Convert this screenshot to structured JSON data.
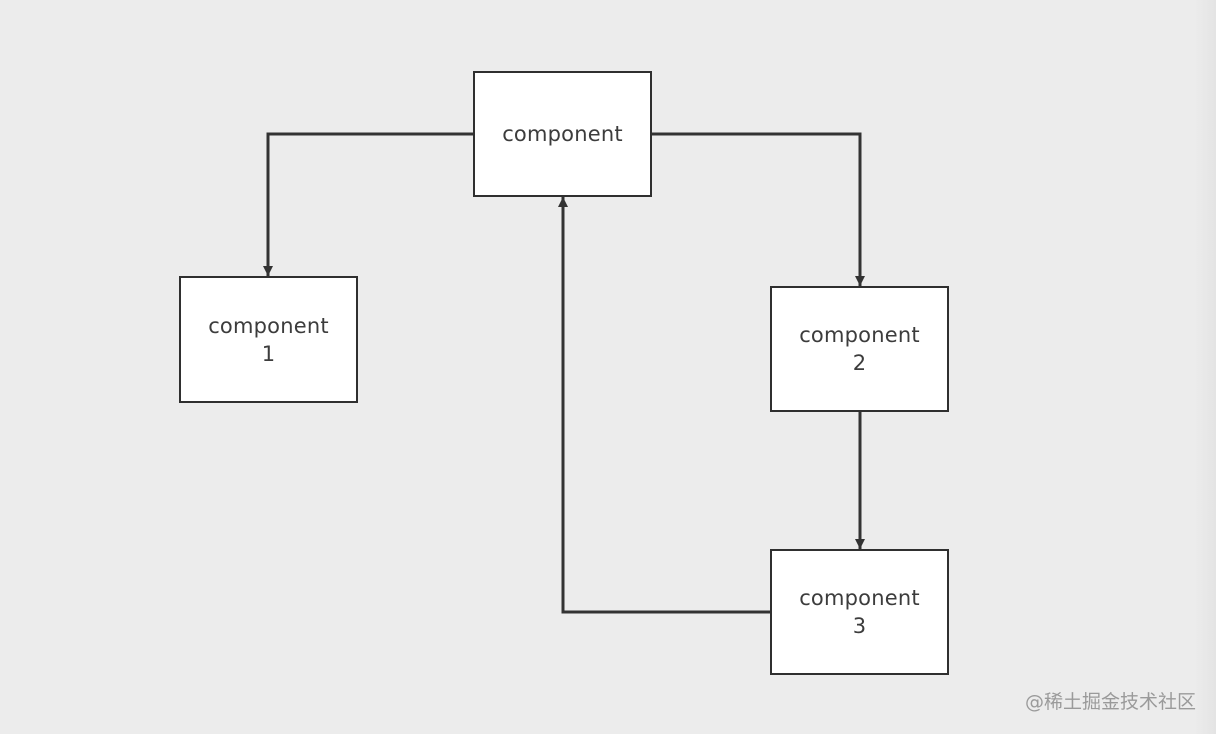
{
  "diagram": {
    "nodes": [
      {
        "id": "root",
        "label_line1": "component",
        "label_line2": ""
      },
      {
        "id": "c1",
        "label_line1": "component",
        "label_line2": "1"
      },
      {
        "id": "c2",
        "label_line1": "component",
        "label_line2": "2"
      },
      {
        "id": "c3",
        "label_line1": "component",
        "label_line2": "3"
      }
    ],
    "edges": [
      {
        "from": "root",
        "to": "c1"
      },
      {
        "from": "root",
        "to": "c2"
      },
      {
        "from": "c2",
        "to": "c3"
      },
      {
        "from": "c3",
        "to": "root"
      }
    ],
    "colors": {
      "background": "#ececec",
      "box_fill": "#ffffff",
      "line": "#333333",
      "text": "#3c3c3c",
      "watermark": "#9a9a9a"
    }
  },
  "watermark": {
    "text": "@稀土掘金技术社区"
  }
}
